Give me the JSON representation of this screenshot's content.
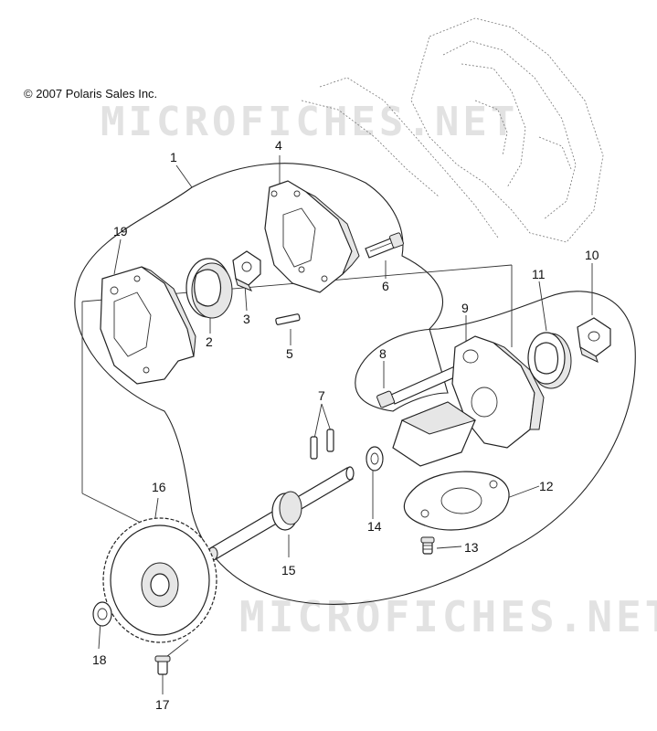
{
  "copyright": "© 2007 Polaris Sales Inc.",
  "watermark": "MICROFICHES.NET",
  "callouts": [
    {
      "id": "c1",
      "label": "1"
    },
    {
      "id": "c2",
      "label": "2"
    },
    {
      "id": "c3",
      "label": "3"
    },
    {
      "id": "c4",
      "label": "4"
    },
    {
      "id": "c5",
      "label": "5"
    },
    {
      "id": "c6",
      "label": "6"
    },
    {
      "id": "c7",
      "label": "7"
    },
    {
      "id": "c8",
      "label": "8"
    },
    {
      "id": "c9",
      "label": "9"
    },
    {
      "id": "c10",
      "label": "10"
    },
    {
      "id": "c11",
      "label": "11"
    },
    {
      "id": "c12",
      "label": "12"
    },
    {
      "id": "c13",
      "label": "13"
    },
    {
      "id": "c14",
      "label": "14"
    },
    {
      "id": "c15",
      "label": "15"
    },
    {
      "id": "c16",
      "label": "16"
    },
    {
      "id": "c17",
      "label": "17"
    },
    {
      "id": "c18",
      "label": "18"
    },
    {
      "id": "c19",
      "label": "19"
    }
  ]
}
